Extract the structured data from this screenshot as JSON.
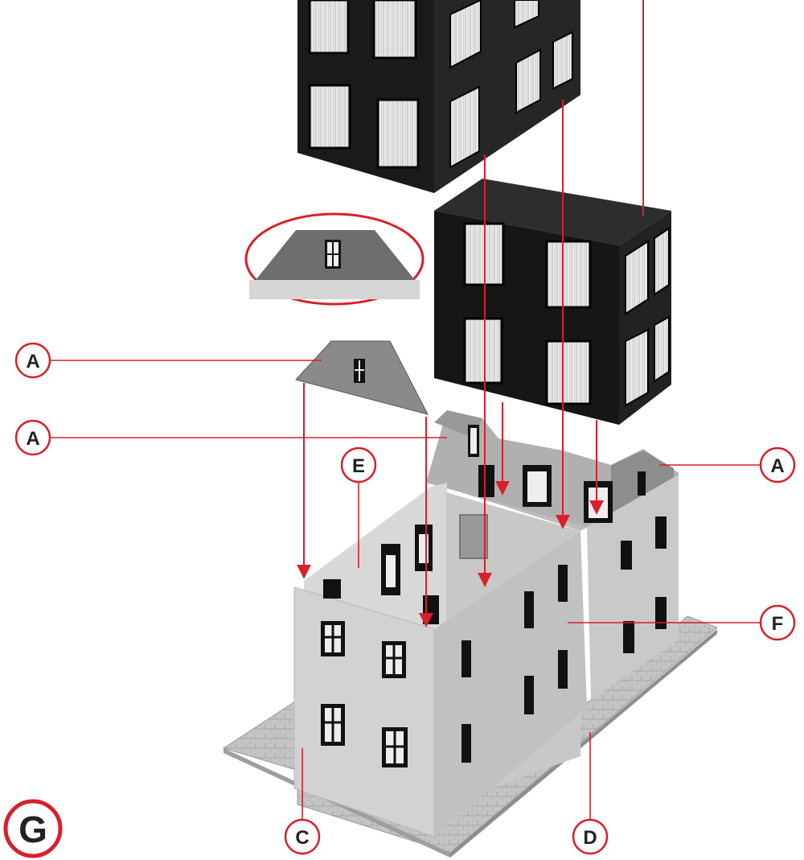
{
  "figure_label": "G",
  "callouts": [
    {
      "id": "a-top",
      "label": "A"
    },
    {
      "id": "a-mid",
      "label": "A"
    },
    {
      "id": "a-right",
      "label": "A"
    },
    {
      "id": "e",
      "label": "E"
    },
    {
      "id": "f",
      "label": "F"
    },
    {
      "id": "c",
      "label": "C"
    },
    {
      "id": "d",
      "label": "D"
    }
  ],
  "colors": {
    "accent": "#d7202b",
    "wall_light": "#cfcfcf",
    "insert_dark": "#1c1c1c",
    "window_curtain": "#eeeeee",
    "base_plate": "#bdbdbd"
  }
}
